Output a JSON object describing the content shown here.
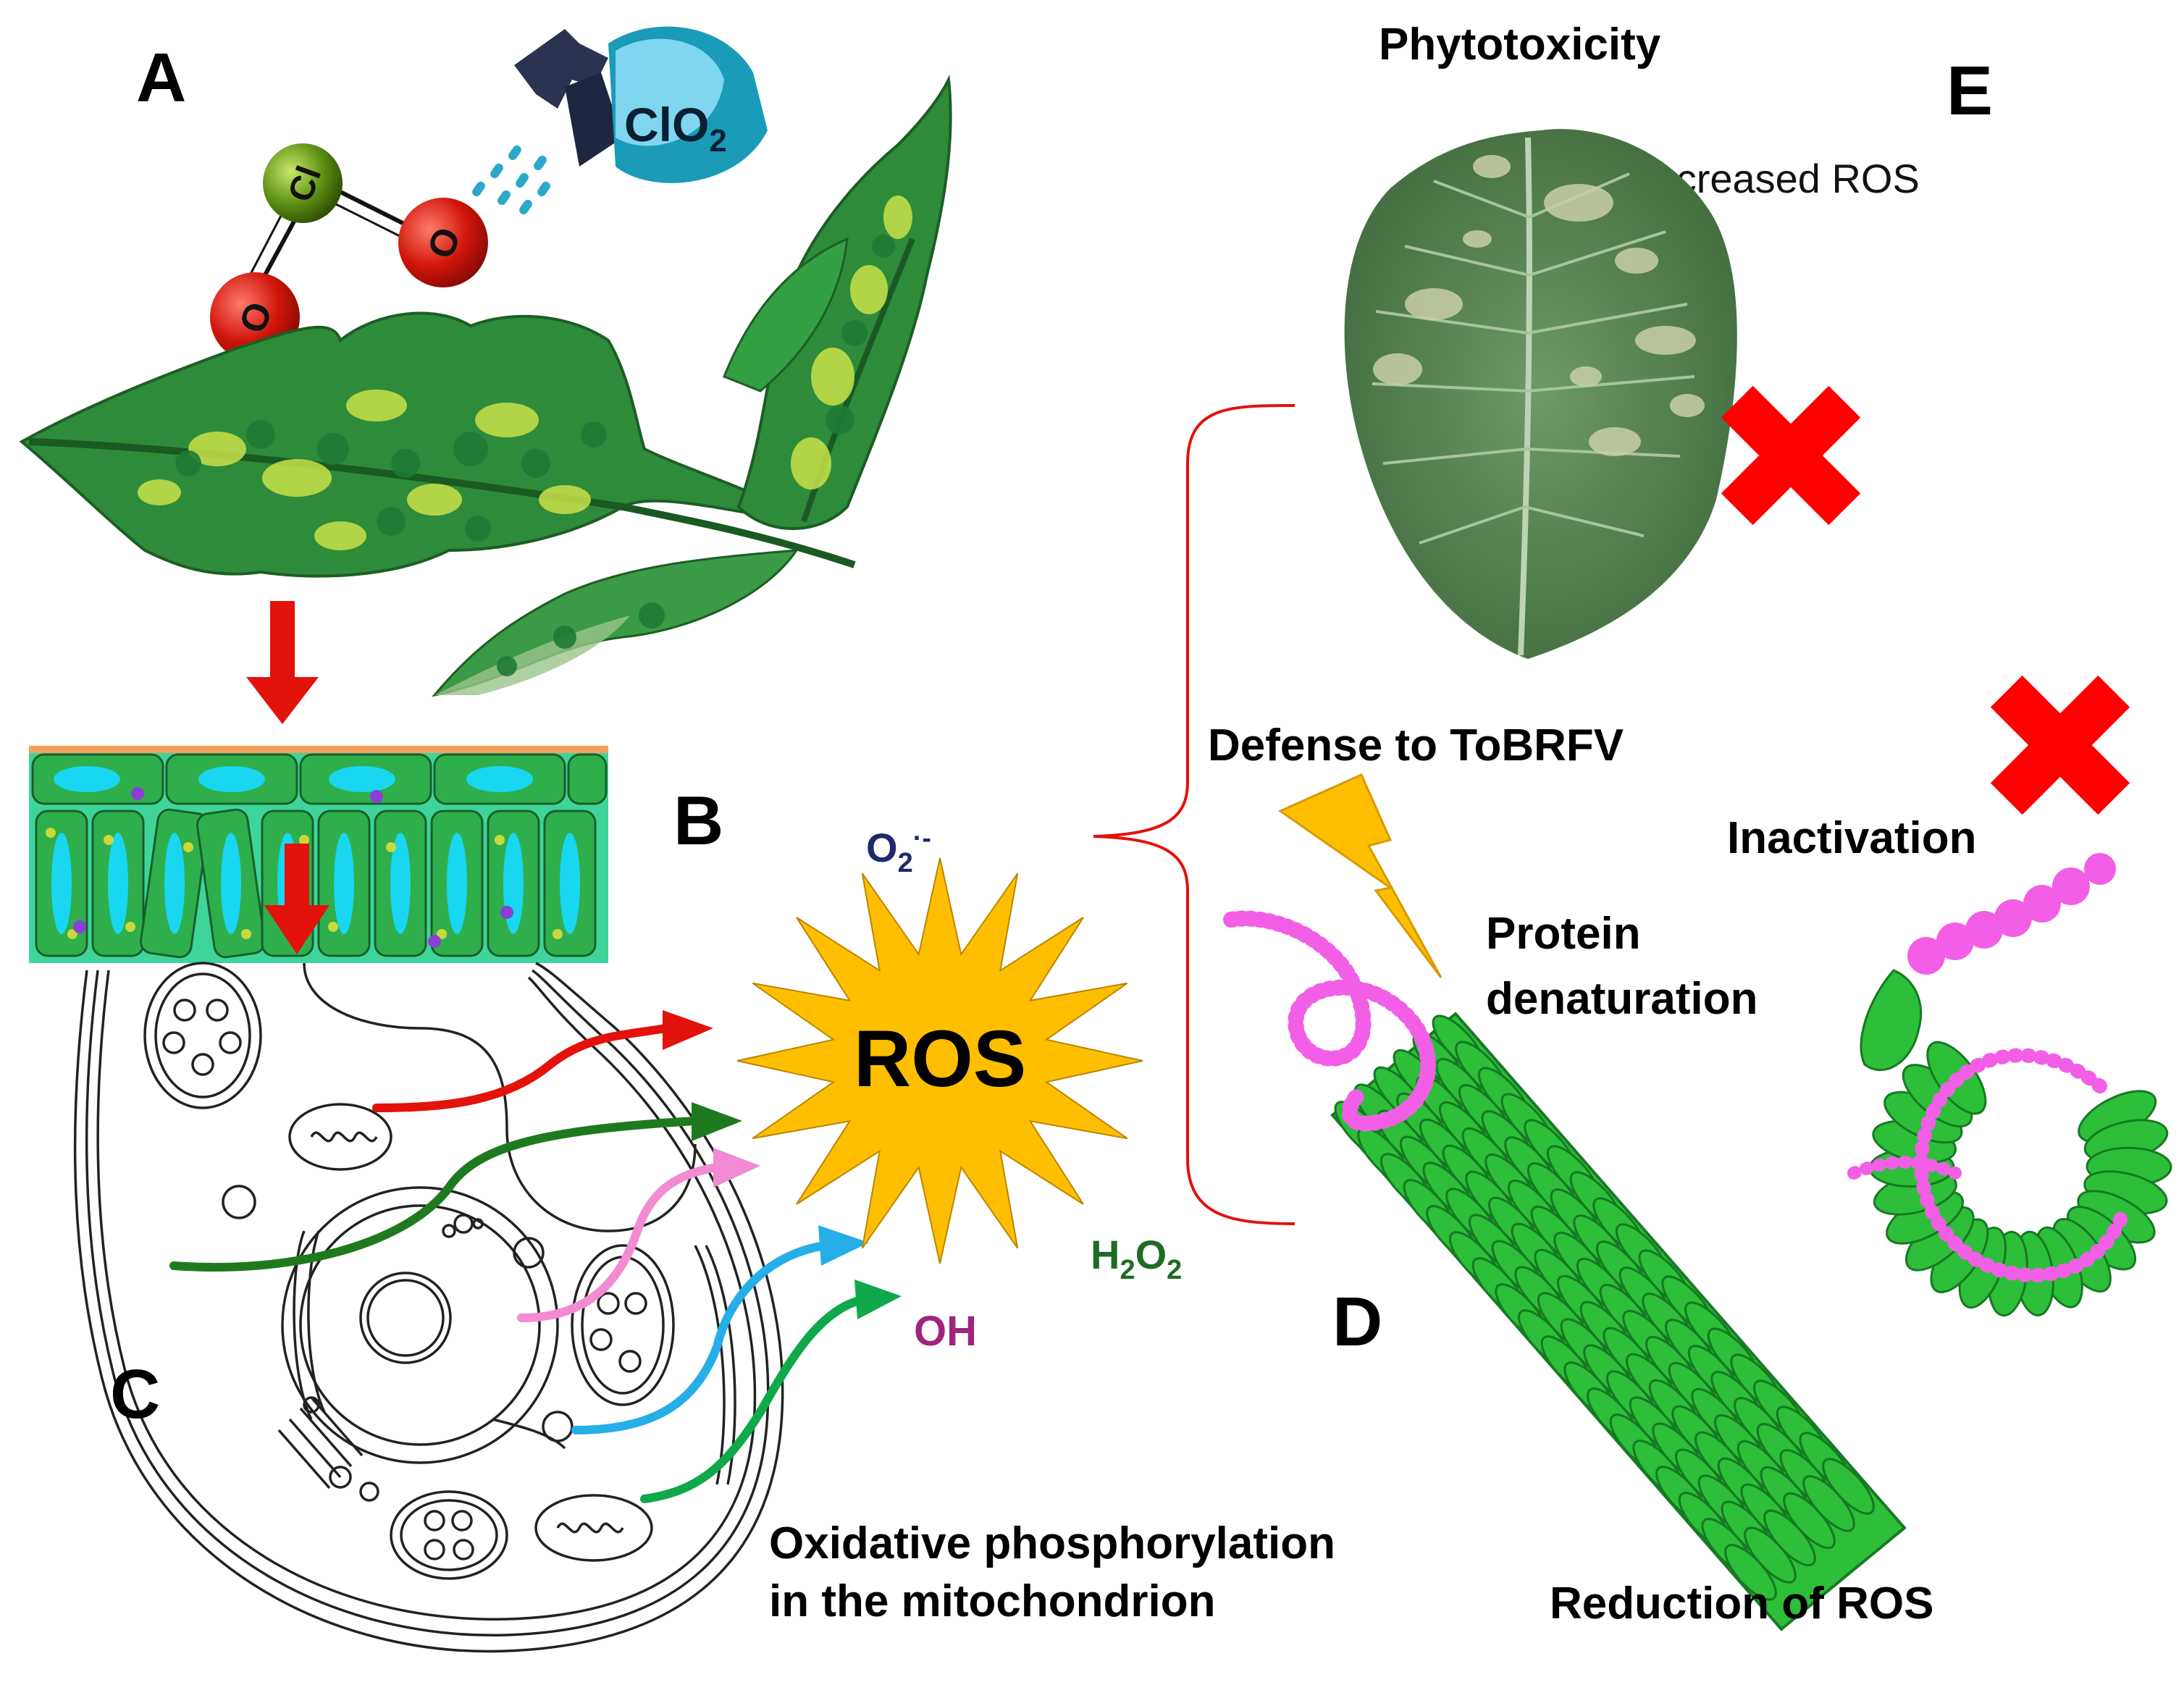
{
  "panels": {
    "a": "A",
    "b": "B",
    "c": "C",
    "d": "D",
    "e": "E"
  },
  "labels": {
    "phytotoxicity": "Phytotoxicity",
    "increased_ros": "Increased ROS",
    "defense": "Defense to ToBRFV",
    "inactivation": "Inactivation",
    "protein_line1": "Protein",
    "protein_line2": "denaturation",
    "reduction": "Reduction of ROS",
    "oxphos_line1": "Oxidative phosphorylation",
    "oxphos_line2": "in the mitochondrion",
    "ros": "ROS",
    "clo2_base": "ClO",
    "clo2_sub": "2",
    "o2_base": "O",
    "o2_sub": "2",
    "o2_sup": "·-",
    "h2o2_h": "H",
    "h2o2_sub1": "2",
    "h2o2_o": "O",
    "h2o2_sub2": "2",
    "oh": "OH",
    "atom_cl": "Cl",
    "atom_o1": "O",
    "atom_o2": "O"
  },
  "colors": {
    "ros_star": "#FFBF00",
    "arrow_red": "#E3120B",
    "cross_red": "#FF0000",
    "leaf_green": "#2E9E3A",
    "virus_green": "#2DBE3A",
    "rna_pink": "#F25FE6",
    "o2_color": "#1F2A6B",
    "h2o2_color": "#1F6B24",
    "oh_color": "#A0237F"
  }
}
